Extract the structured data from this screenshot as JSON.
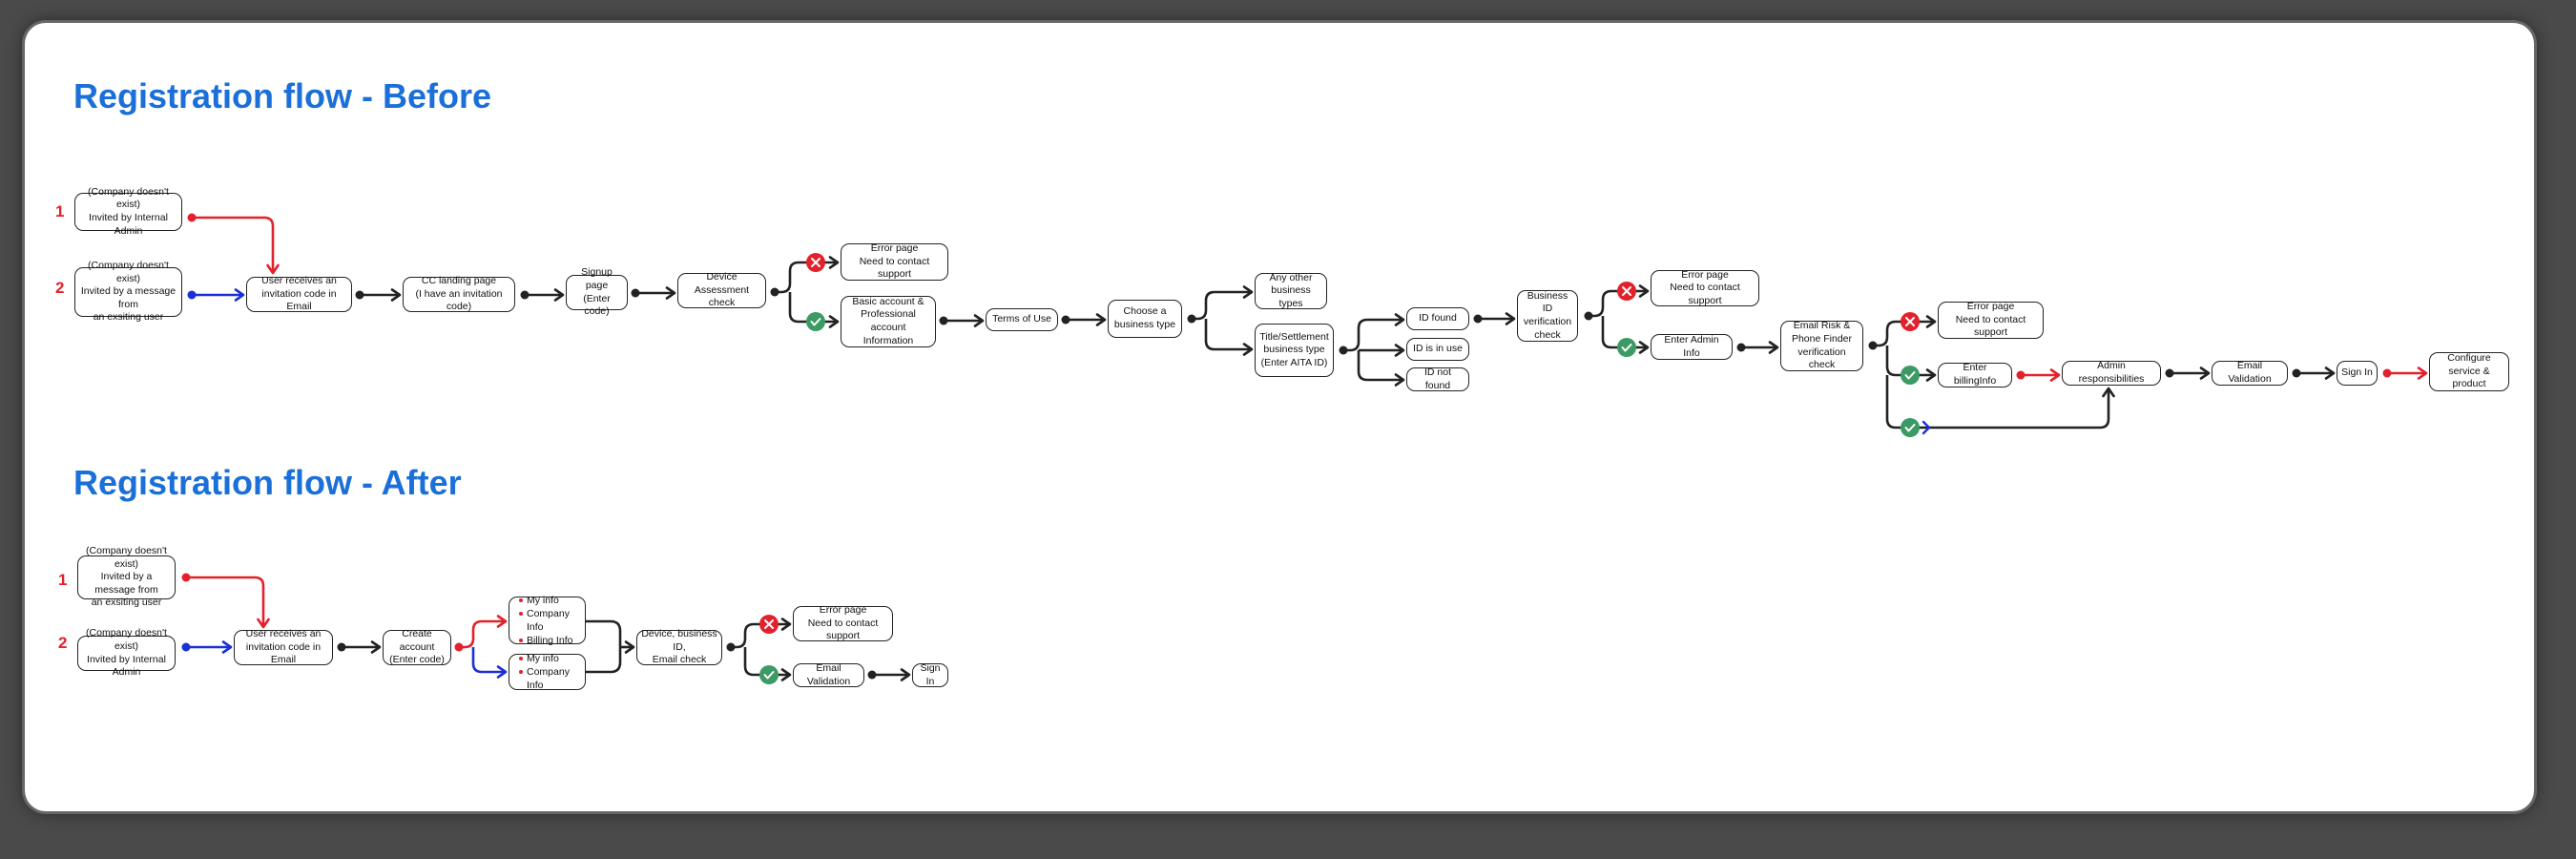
{
  "colors": {
    "title": "#1b6fd8",
    "error": "#e3212c",
    "success": "#3c9a64",
    "link_blue": "#1b2fd8",
    "line": "#222222"
  },
  "icons": {
    "error": "x-circle-icon",
    "success": "check-circle-icon"
  },
  "before": {
    "title": "Registration flow - Before",
    "label_1": "1",
    "label_2": "2",
    "entry_1": [
      "(Company doesn't exist)",
      "Invited by Internal Admin"
    ],
    "entry_2": [
      "(Company doesn't exist)",
      "Invited by a message from",
      "an exsiting user"
    ],
    "receive_code": [
      "User receives an",
      "invitation code in Email"
    ],
    "cc_landing": [
      "CC landing page",
      "(I have an invitation code)"
    ],
    "signup": [
      "Signup page",
      "(Enter code)"
    ],
    "device_check": [
      "Device Assessment",
      "check"
    ],
    "error_1": [
      "Error page",
      "Need to contact support"
    ],
    "basic_account": [
      "Basic account &",
      "Professional account",
      "Information"
    ],
    "terms": [
      "Terms of Use"
    ],
    "business_type": [
      "Choose a",
      "business type"
    ],
    "other_types": [
      "Any other",
      "business types"
    ],
    "title_settlement": [
      "Title/Settlement",
      "business type",
      "(Enter AITA ID)"
    ],
    "id_found": [
      "ID found"
    ],
    "id_in_use": [
      "ID is in use"
    ],
    "id_not_found": [
      "ID not found"
    ],
    "business_verification": [
      "Business ID",
      "verification",
      "check"
    ],
    "error_2": [
      "Error page",
      "Need to contact support"
    ],
    "admin_info": [
      "Enter Admin Info"
    ],
    "email_risk": [
      "Email Risk &",
      "Phone Finder",
      "verification check"
    ],
    "error_3": [
      "Error page",
      "Need to contact support"
    ],
    "billing_info": [
      "Enter billingInfo"
    ],
    "admin_resp": [
      "Admin responsibilities"
    ],
    "email_validation": [
      "Email Validation"
    ],
    "sign_in": [
      "Sign In"
    ],
    "configure": [
      "Configure",
      "service & product"
    ]
  },
  "after": {
    "title": "Registration flow - After",
    "label_1": "1",
    "label_2": "2",
    "entry_1": [
      "(Company doesn't exist)",
      "Invited by a message from",
      "an exsiting user"
    ],
    "entry_2": [
      "(Company doesn't exist)",
      "Invited by Internal Admin"
    ],
    "receive_code": [
      "User receives an",
      "invitation code in Email"
    ],
    "create_account": [
      "Create account",
      "(Enter code)"
    ],
    "info_full": [
      "My info",
      "Company Info",
      "Billing Info"
    ],
    "info_short": [
      "My info",
      "Company Info"
    ],
    "device_check": [
      "Device, business ID,",
      "Email check"
    ],
    "error": [
      "Error page",
      "Need to contact support"
    ],
    "email_validation": [
      "Email Validation"
    ],
    "sign_in": [
      "Sign In"
    ]
  }
}
